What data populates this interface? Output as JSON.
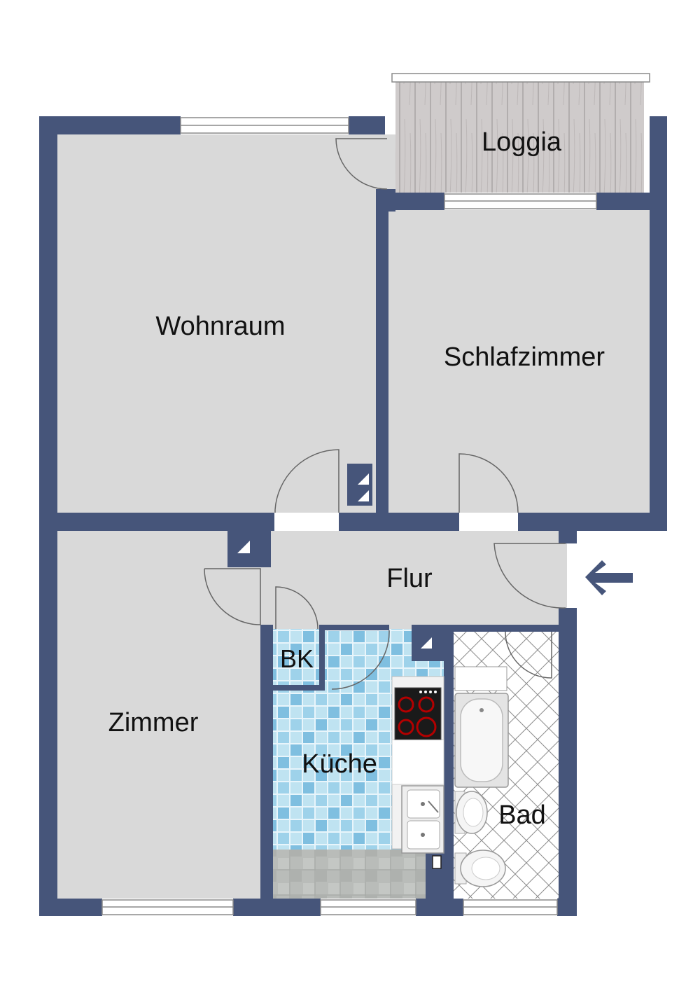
{
  "colors": {
    "wall": "#46557a",
    "floor": "#d9d9d9",
    "tile_light": "#bfe3f1",
    "tile_mid": "#9ed2ea",
    "tile_dark": "#7fbfe0",
    "deck": "#cfcbcb",
    "stone": "#b9bcb9",
    "door_line": "#666666",
    "window_frame": "#8a8a8a",
    "stove": "#1a1a1a",
    "burner": "#b30000"
  },
  "rooms": {
    "loggia": "Loggia",
    "wohnraum": "Wohnraum",
    "schlafzimmer": "Schlafzimmer",
    "flur": "Flur",
    "bk": "BK",
    "zimmer": "Zimmer",
    "kueche": "Küche",
    "bad": "Bad"
  },
  "icons": {
    "entrance": "arrow-left-icon",
    "shaft": "shaft-marker-icon",
    "stove": "stove-icon",
    "sink": "sink-icon",
    "bathtub": "bathtub-icon",
    "washbasin": "washbasin-icon",
    "toilet": "toilet-icon"
  }
}
